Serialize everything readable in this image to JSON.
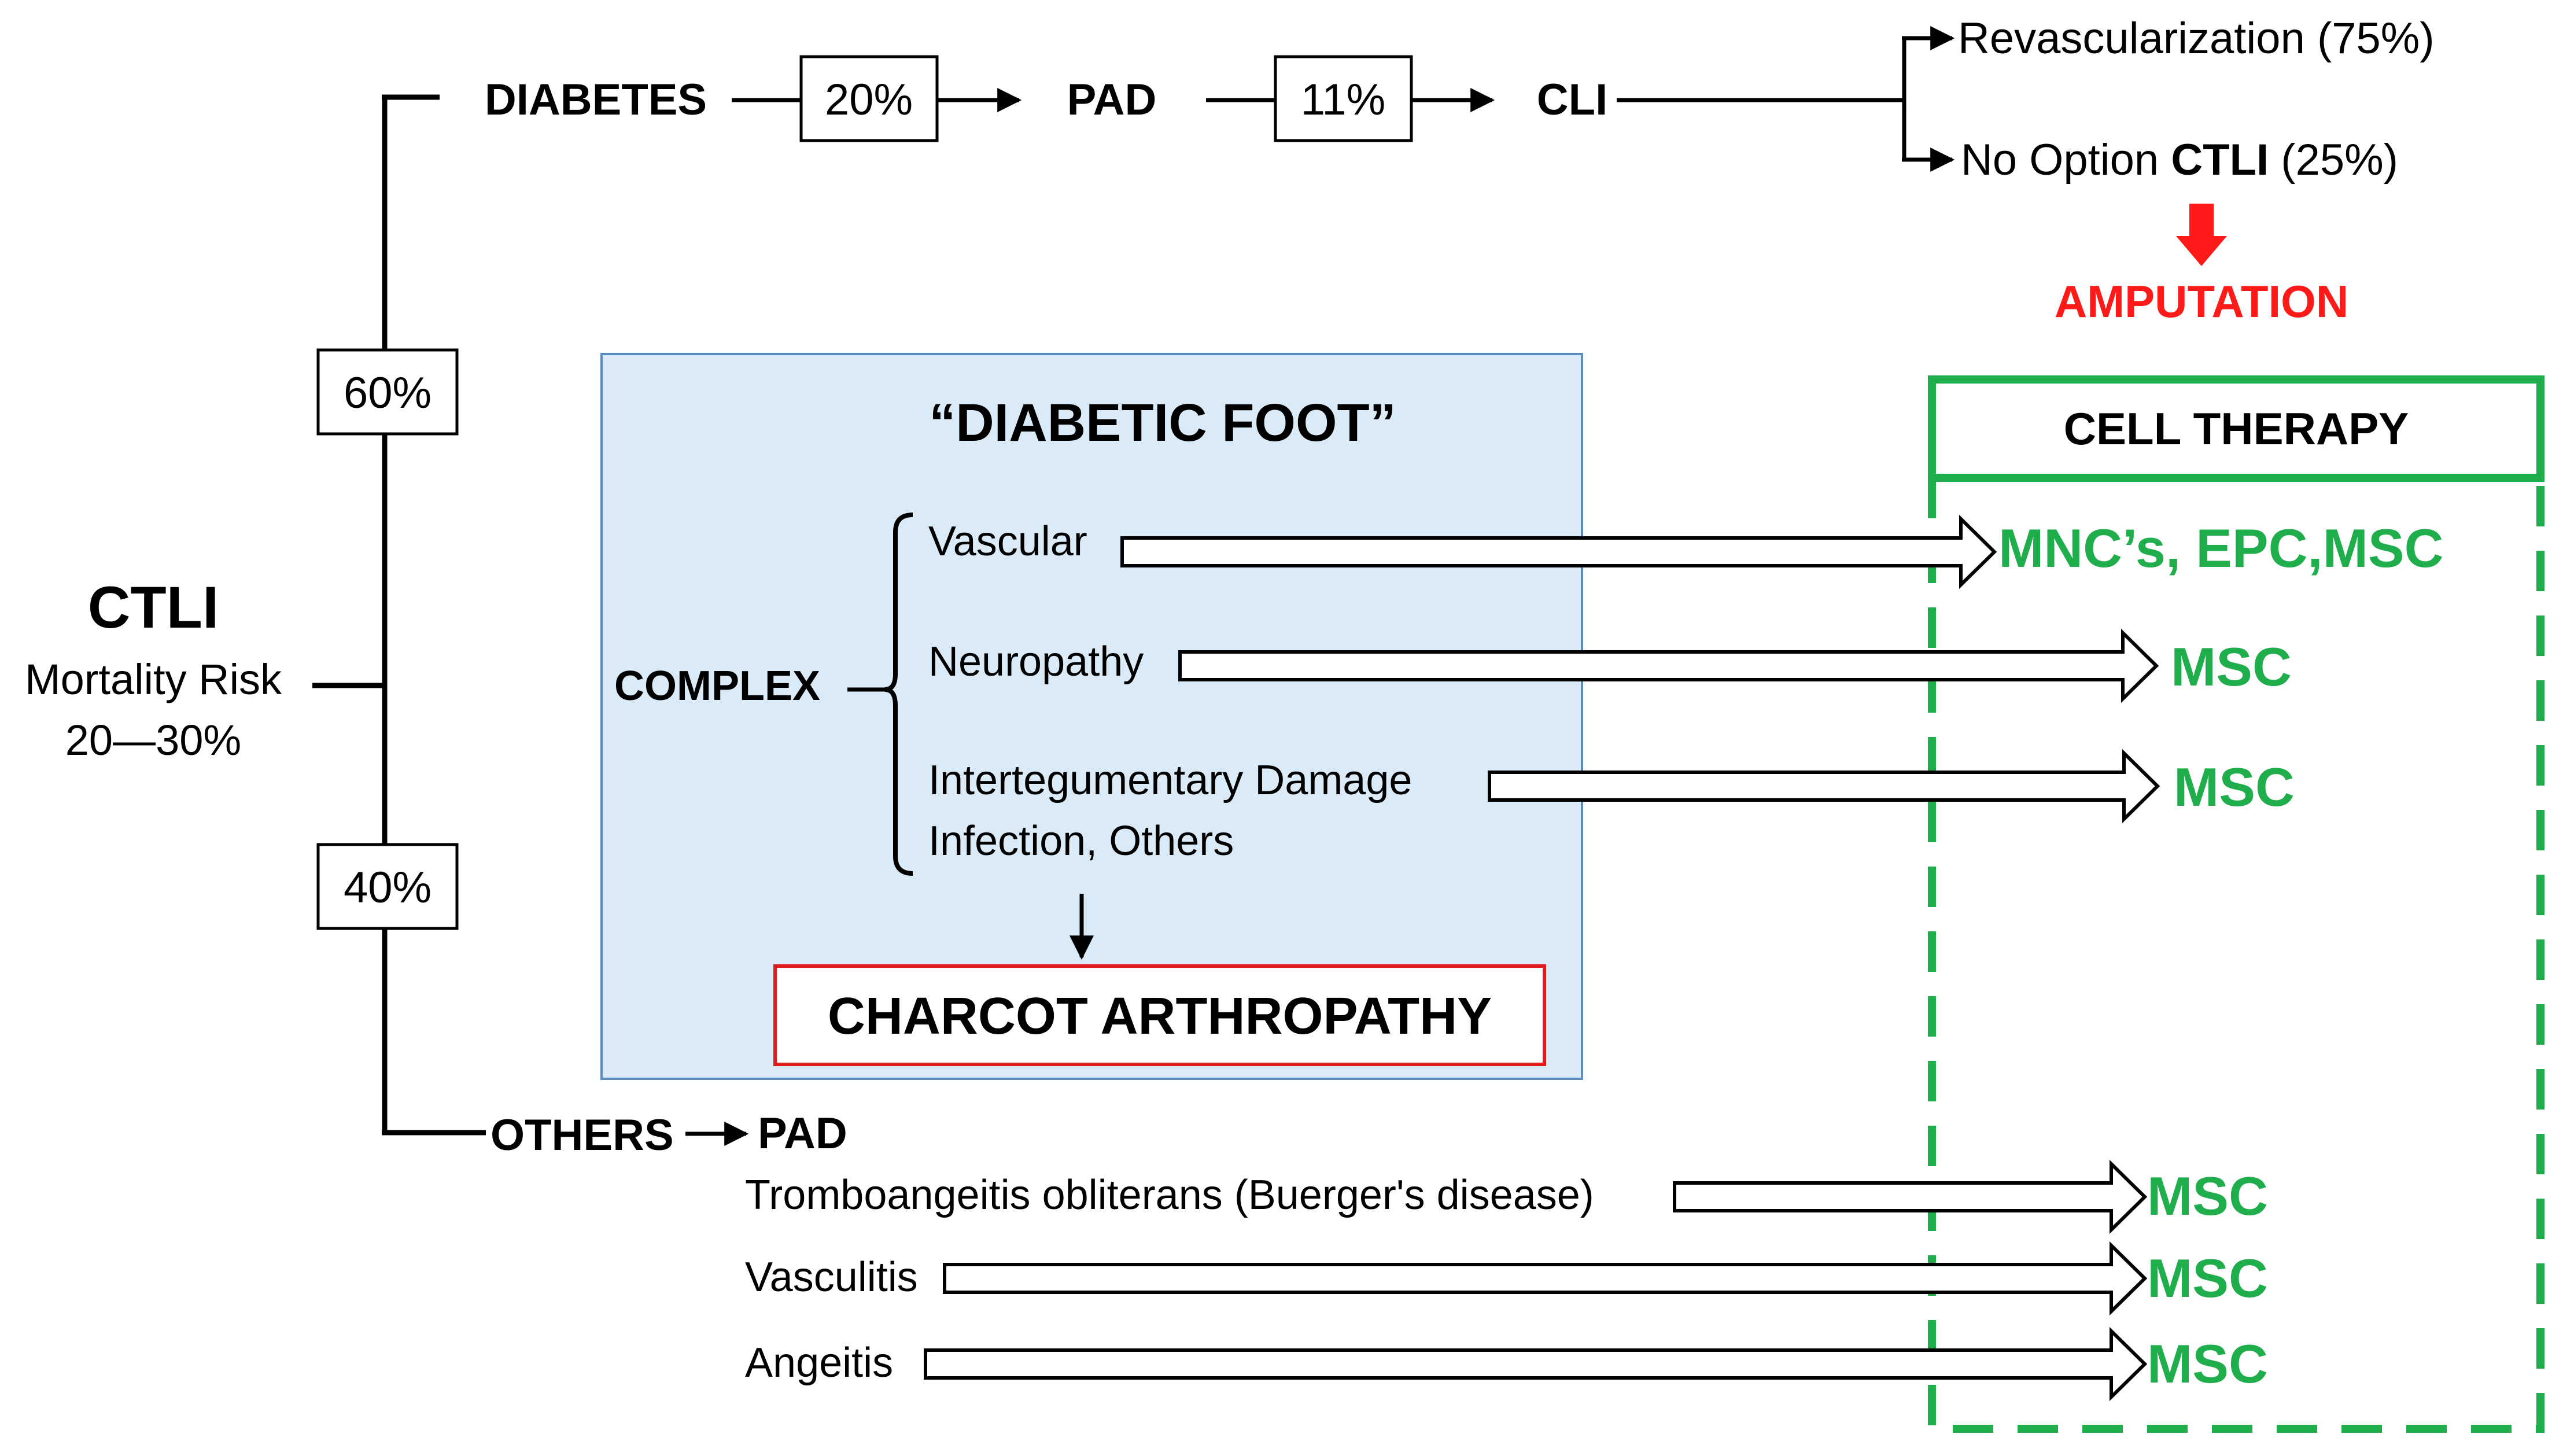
{
  "colors": {
    "green": "#1fae4b",
    "red": "#ff1a1a",
    "blue_fill": "#daeaf6",
    "blue_border": "#5a8bbf",
    "black": "#000000"
  },
  "root": {
    "title": "CTLI",
    "line1": "Mortality Risk",
    "line2": "20—30%"
  },
  "branches": {
    "upper_pct": "60%",
    "lower_pct": "40%"
  },
  "top_row": {
    "diabetes": "DIABETES",
    "pct1": "20%",
    "pad": "PAD",
    "pct2": "11%",
    "cli": "CLI",
    "revasc": "Revascularization (75%)",
    "no_option_pre": "No Option ",
    "no_option_bold": "CTLI",
    "no_option_post": " (25%)",
    "amputation": "AMPUTATION"
  },
  "diabetic_foot": {
    "title": "“DIABETIC FOOT”",
    "complex": "COMPLEX",
    "vascular": "Vascular",
    "neuropathy": "Neuropathy",
    "damage_line1": "Intertegumentary Damage",
    "damage_line2": "Infection, Others",
    "charcot": "CHARCOT ARTHROPATHY"
  },
  "cell_therapy": {
    "title": "CELL THERAPY",
    "vascular_target": "MNC’s, EPC,MSC",
    "neuropathy_target": "MSC",
    "damage_target": "MSC",
    "buerger_target": "MSC",
    "vasculitis_target": "MSC",
    "angeitis_target": "MSC"
  },
  "others": {
    "others": "OTHERS",
    "pad": "PAD",
    "buerger": "Tromboangeitis obliterans (Buerger's disease)",
    "vasculitis": "Vasculitis",
    "angeitis": "Angeitis"
  }
}
